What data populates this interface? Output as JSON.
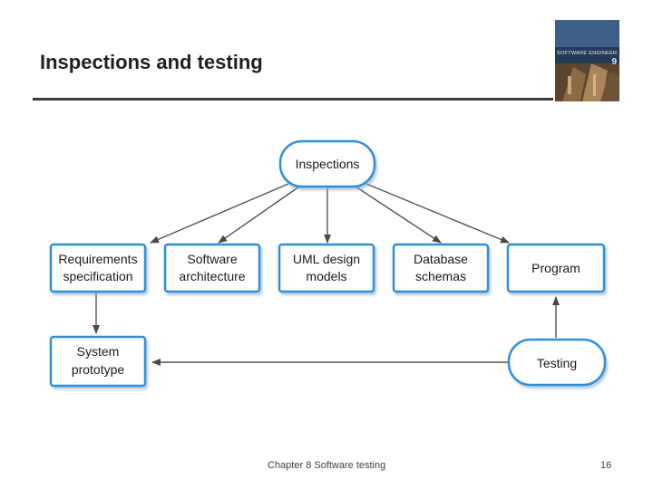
{
  "slide": {
    "title": "Inspections and testing",
    "footer_text": "Chapter 8 Software testing",
    "page_number": "16"
  },
  "book_cover": {
    "title": "SOFTWARE ENGINEERING",
    "edition": "9"
  },
  "diagram": {
    "nodes": {
      "inspections": "Inspections",
      "requirements": [
        "Requirements",
        "specification"
      ],
      "architecture": [
        "Software",
        "architecture"
      ],
      "uml": [
        "UML design",
        "models"
      ],
      "database": [
        "Database",
        "schemas"
      ],
      "program": "Program",
      "prototype": [
        "System",
        "prototype"
      ],
      "testing": "Testing"
    }
  }
}
